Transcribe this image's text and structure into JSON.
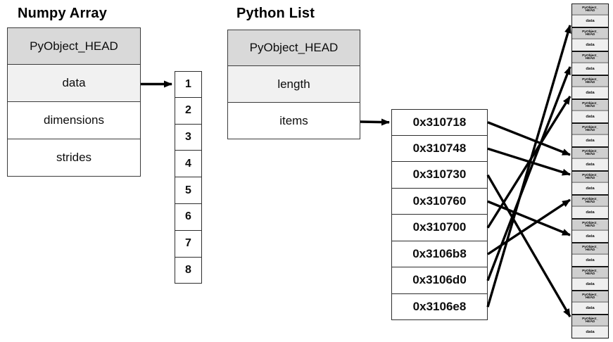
{
  "diagram": {
    "numpy": {
      "title": "Numpy Array",
      "fields": [
        {
          "label": "PyObject_HEAD",
          "fill": "head"
        },
        {
          "label": "data",
          "fill": "alt"
        },
        {
          "label": "dimensions",
          "fill": "plain"
        },
        {
          "label": "strides",
          "fill": "plain"
        }
      ],
      "buffer_values": [
        "1",
        "2",
        "3",
        "4",
        "5",
        "6",
        "7",
        "8"
      ]
    },
    "python": {
      "title": "Python List",
      "fields": [
        {
          "label": "PyObject_HEAD",
          "fill": "head"
        },
        {
          "label": "length",
          "fill": "alt"
        },
        {
          "label": "items",
          "fill": "plain"
        }
      ],
      "item_addresses": [
        "0x310718",
        "0x310748",
        "0x310730",
        "0x310760",
        "0x310700",
        "0x3106b8",
        "0x3106d0",
        "0x3106e8"
      ],
      "item_target_objects": [
        7,
        8,
        14,
        10,
        4,
        9,
        3,
        2
      ]
    },
    "heap": {
      "object_count": 14,
      "object_fields": {
        "head_line1": "PyObject_",
        "head_line2": "HEAD",
        "data": "data"
      }
    },
    "colors": {
      "head_fill": "#d9d9d9",
      "alt_fill": "#f1f1f1",
      "cell_fill": "#ffffff",
      "border": "#3b3b3b",
      "arrow": "#000000"
    }
  }
}
